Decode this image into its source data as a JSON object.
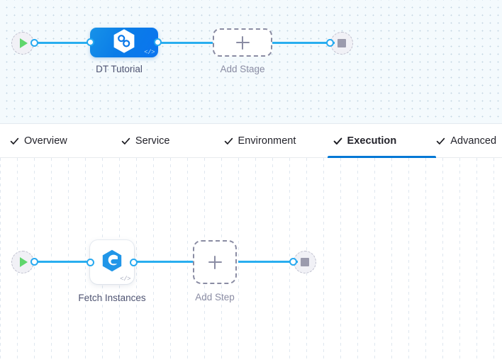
{
  "stage_canvas": {
    "name": "pipeline-stage-canvas",
    "background_color": "#f4fafd",
    "grid": "dots",
    "start_node": {
      "icon": "play-icon",
      "title": "Start"
    },
    "end_node": {
      "icon": "stop-icon",
      "title": "End"
    },
    "stage_node": {
      "label": "DT Tutorial",
      "icon": "harness-hexagon-infinity-icon",
      "code_badge": "</>",
      "color": "#0b78e8"
    },
    "add_stage": {
      "label": "Add Stage",
      "icon": "plus-icon"
    }
  },
  "tabs": {
    "name": "stage-config-tabs",
    "active_index": 3,
    "accent_color": "#0278d5",
    "items": [
      {
        "label": "Overview",
        "icon": "check-icon",
        "complete": true
      },
      {
        "label": "Service",
        "icon": "check-icon",
        "complete": true
      },
      {
        "label": "Environment",
        "icon": "check-icon",
        "complete": true
      },
      {
        "label": "Execution",
        "icon": "check-icon",
        "complete": true
      },
      {
        "label": "Advanced",
        "icon": "check-icon",
        "complete": true
      }
    ]
  },
  "step_canvas": {
    "name": "execution-step-canvas",
    "background_color": "#ffffff",
    "grid": "dashed-vertical-lines",
    "start_node": {
      "icon": "play-icon",
      "title": "Start"
    },
    "end_node": {
      "icon": "stop-icon",
      "title": "End"
    },
    "step_node": {
      "label": "Fetch Instances",
      "icon": "harness-hexagon-e-icon",
      "code_badge": "</>"
    },
    "add_step": {
      "label": "Add Step",
      "icon": "plus-icon"
    }
  }
}
